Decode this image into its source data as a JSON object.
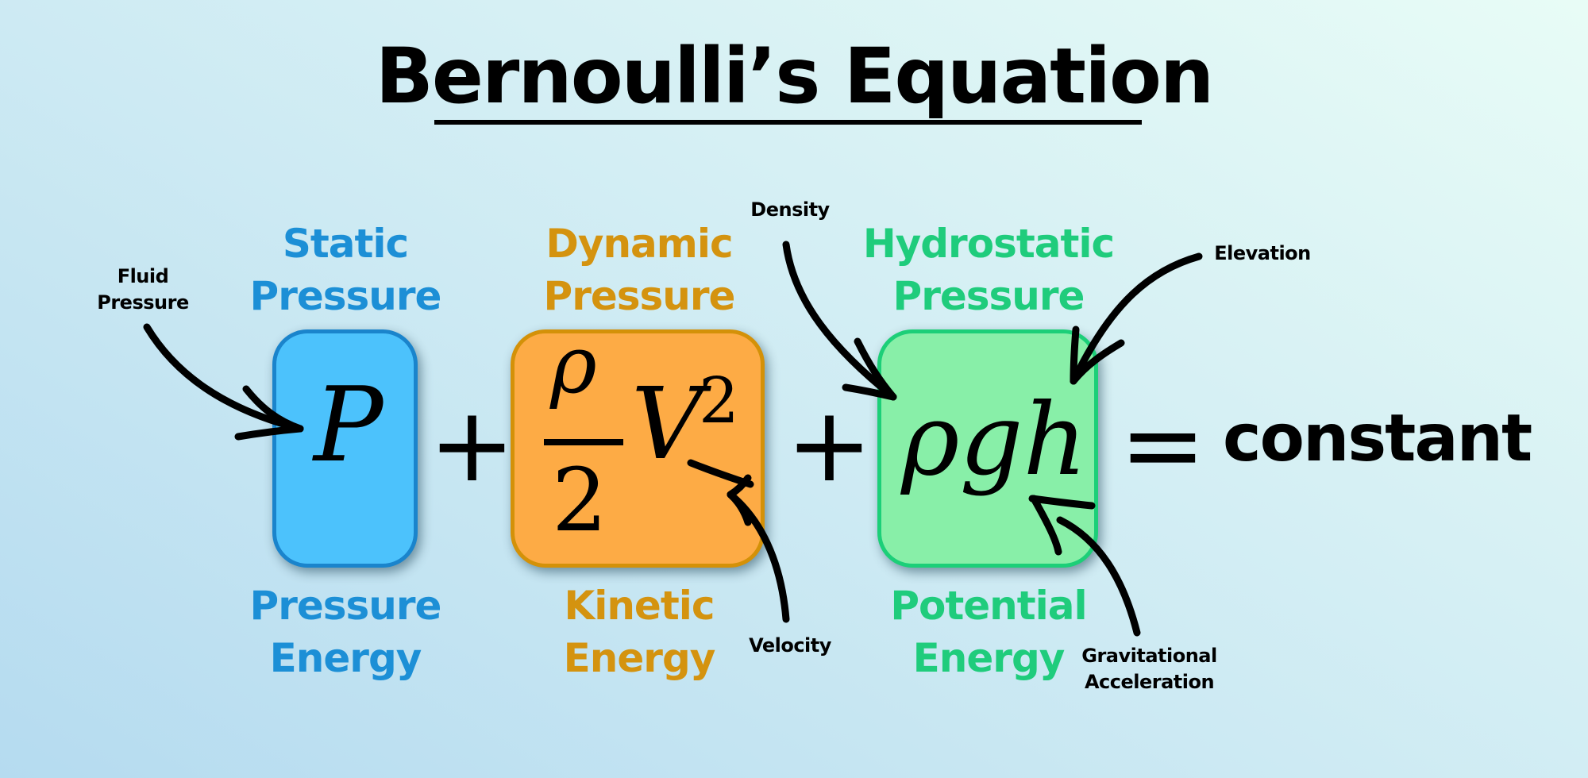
{
  "title": "Bernoulli’s Equation",
  "colors": {
    "static": "#1c8fd6",
    "dynamic": "#d4930f",
    "hydrostatic": "#1fcc7c",
    "box_static_fill": "#4cc2fc",
    "box_static_border": "#1a84cc",
    "box_dynamic_fill": "#fdab45",
    "box_dynamic_border": "#d49108",
    "box_hydro_fill": "#88efa8",
    "box_hydro_border": "#1ccf78"
  },
  "terms": [
    {
      "id": "static",
      "top_label": [
        "Static",
        "Pressure"
      ],
      "bottom_label": [
        "Pressure",
        "Energy"
      ],
      "expression": "P"
    },
    {
      "id": "dynamic",
      "top_label": [
        "Dynamic",
        "Pressure"
      ],
      "bottom_label": [
        "Kinetic",
        "Energy"
      ],
      "expression": {
        "numerator": "ρ",
        "denominator": "2",
        "variable": "V",
        "exponent": "2"
      }
    },
    {
      "id": "hydrostatic",
      "top_label": [
        "Hydrostatic",
        "Pressure"
      ],
      "bottom_label": [
        "Potential",
        "Energy"
      ],
      "expression": "ρgh"
    }
  ],
  "operators": {
    "plus1": "+",
    "plus2": "+",
    "equals": "="
  },
  "rhs": "constant",
  "annotations": {
    "fluid_pressure": [
      "Fluid",
      "Pressure"
    ],
    "density": "Density",
    "elevation": "Elevation",
    "velocity": "Velocity",
    "gravitational_acceleration": [
      "Gravitational",
      "Acceleration"
    ]
  }
}
